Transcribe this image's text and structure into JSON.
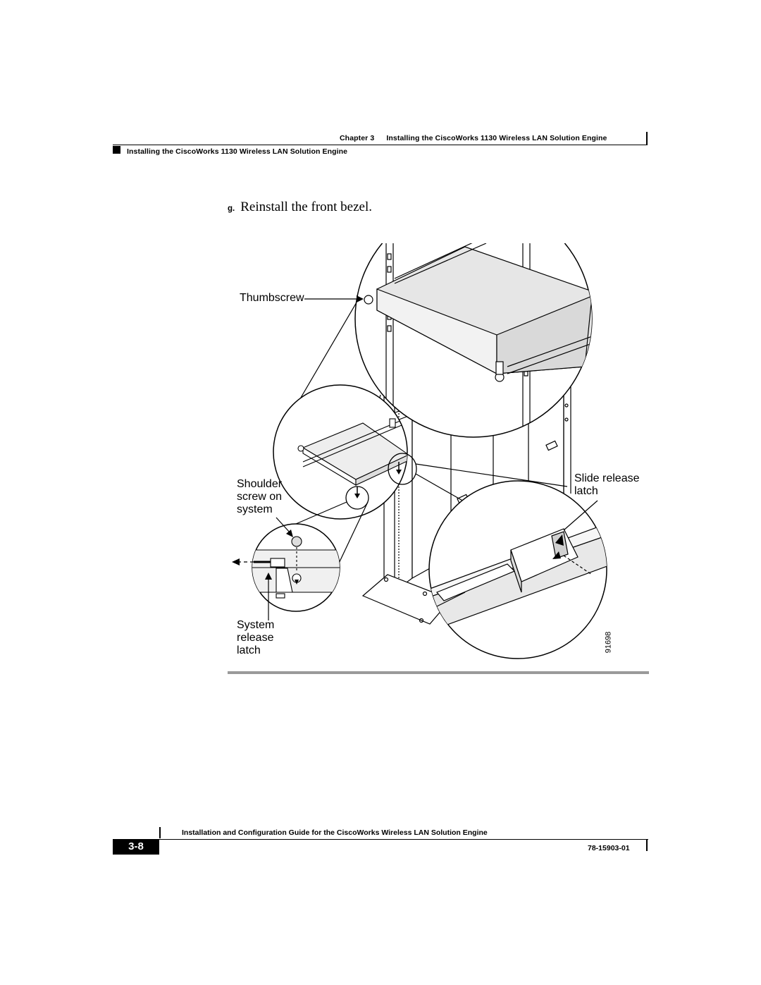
{
  "header": {
    "chapter_label": "Chapter 3",
    "chapter_title": "Installing the CiscoWorks 1130 Wireless LAN Solution Engine",
    "section_title": "Installing the CiscoWorks 1130 Wireless LAN Solution Engine"
  },
  "step": {
    "label": "g.",
    "text": "Reinstall the front bezel."
  },
  "figure": {
    "callouts": {
      "thumbscrew": "Thumbscrew",
      "shoulder_line1": "Shoulder",
      "shoulder_line2": "screw on",
      "shoulder_line3": "system",
      "slide_line1": "Slide release",
      "slide_line2": "latch",
      "system_line1": "System",
      "system_line2": "release",
      "system_line3": "latch"
    },
    "figure_number": "91698"
  },
  "footer": {
    "guide_title": "Installation and Configuration Guide for the CiscoWorks Wireless LAN Solution Engine",
    "page_number": "3-8",
    "doc_number": "78-15903-01"
  }
}
